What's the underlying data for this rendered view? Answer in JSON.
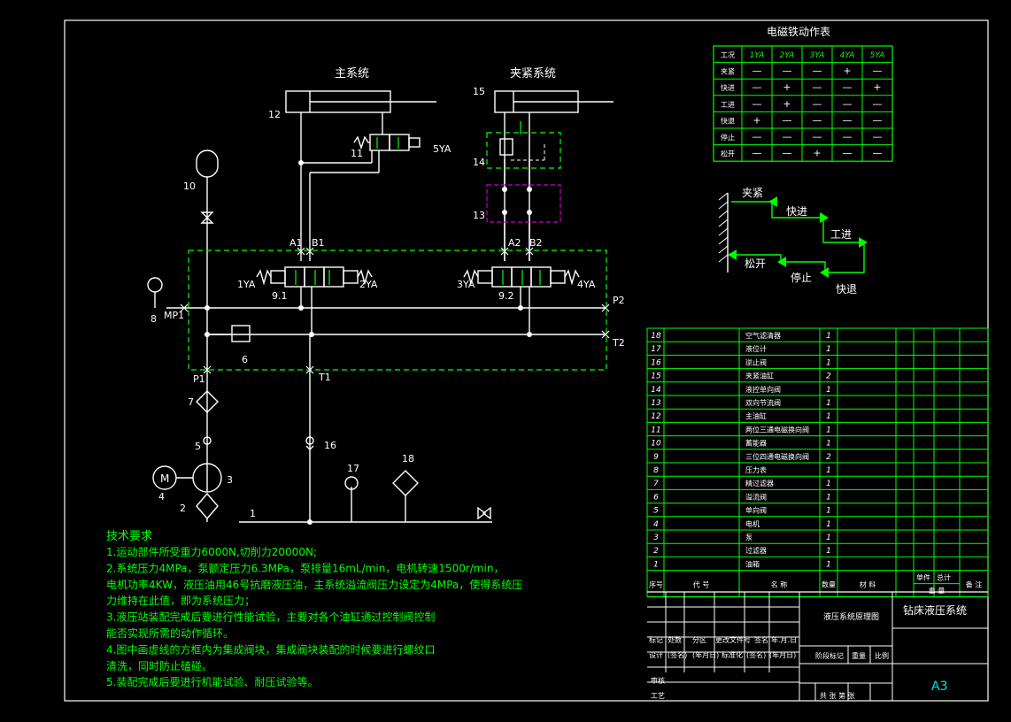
{
  "colors": {
    "background": "#000000",
    "line": "#ffffff",
    "green": "#00ff00",
    "yellow": "#ffff00",
    "red": "#ff3030",
    "magenta": "#cc00cc",
    "cyan": "#00e0e0"
  },
  "circuit": {
    "main_system_label": "主系统",
    "clamp_system_label": "夹紧系统",
    "numbers": {
      "n1": "1",
      "n2": "2",
      "n3": "3",
      "n4": "4",
      "n5": "5",
      "n6": "6",
      "n7": "7",
      "n8": "8",
      "n10": "10",
      "n11": "11",
      "n12": "12",
      "n13": "13",
      "n14": "14",
      "n15": "15",
      "n16": "16",
      "n17": "17",
      "n18": "18",
      "v91": "9.1",
      "v92": "9.2"
    },
    "ports": {
      "A1": "A1",
      "B1": "B1",
      "A2": "A2",
      "B2": "B2",
      "P1": "P1",
      "T1": "T1",
      "P2": "P2",
      "T2": "T2",
      "MP1": "MP1"
    },
    "solenoids": {
      "ya1": "1YA",
      "ya2": "2YA",
      "ya3": "3YA",
      "ya4": "4YA",
      "ya5": "5YA"
    },
    "motor_symbol": "M"
  },
  "solenoid_table": {
    "title": "电磁铁动作表",
    "headers": [
      "工况",
      "1YA",
      "2YA",
      "3YA",
      "4YA",
      "5YA"
    ],
    "rows": [
      [
        "夹紧",
        "—",
        "—",
        "—",
        "+",
        "—"
      ],
      [
        "快进",
        "—",
        "+",
        "—",
        "—",
        "+"
      ],
      [
        "工进",
        "—",
        "+",
        "—",
        "—",
        "—"
      ],
      [
        "快退",
        "+",
        "—",
        "—",
        "—",
        "—"
      ],
      [
        "停止",
        "—",
        "—",
        "—",
        "—",
        "—"
      ],
      [
        "松开",
        "—",
        "—",
        "+",
        "—",
        "—"
      ]
    ]
  },
  "cycle": {
    "clamp": "夹紧",
    "fast_forward": "快进",
    "work_feed": "工进",
    "fast_return": "快退",
    "stop": "停止",
    "release": "松开"
  },
  "tech_requirements": {
    "title": "技术要求",
    "lines": [
      "1.运动部件所受重力6000N,切削力20000N;",
      "2.系统压力4MPa，泵额定压力6.3MPa，泵排量16mL/min，电机转速1500r/min，",
      "电机功率4KW，液压油用46号抗磨液压油，主系统溢流阀压力设定为4MPa，使得系统压",
      "力维持在此值，即为系统压力；",
      "3.液压站装配完成后要进行性能试验，主要对各个油缸通过控制阀控制",
      "能否实现所需的动作循环。",
      "4.图中画虚线的方框内为集成阀块，集成阀块装配的时候要进行螺纹口",
      "清洗，同时防止磕碰。",
      "5.装配完成后要进行机能试验、耐压试验等。"
    ]
  },
  "parts_list": {
    "rows": [
      {
        "no": "18",
        "name": "空气滤清器",
        "qty": "1"
      },
      {
        "no": "17",
        "name": "液位计",
        "qty": "1"
      },
      {
        "no": "16",
        "name": "逆止阀",
        "qty": "1"
      },
      {
        "no": "15",
        "name": "夹紧油缸",
        "qty": "2"
      },
      {
        "no": "14",
        "name": "液控单向阀",
        "qty": "1"
      },
      {
        "no": "13",
        "name": "双向节流阀",
        "qty": "1"
      },
      {
        "no": "12",
        "name": "主油缸",
        "qty": "1"
      },
      {
        "no": "11",
        "name": "两位三通电磁换向阀",
        "qty": "1"
      },
      {
        "no": "10",
        "name": "蓄能器",
        "qty": "1"
      },
      {
        "no": "9",
        "name": "三位四通电磁换向阀",
        "qty": "2"
      },
      {
        "no": "8",
        "name": "压力表",
        "qty": "1"
      },
      {
        "no": "7",
        "name": "精过滤器",
        "qty": "1"
      },
      {
        "no": "6",
        "name": "溢流阀",
        "qty": "1"
      },
      {
        "no": "5",
        "name": "单向阀",
        "qty": "1"
      },
      {
        "no": "4",
        "name": "电机",
        "qty": "1"
      },
      {
        "no": "3",
        "name": "泵",
        "qty": "1"
      },
      {
        "no": "2",
        "name": "过滤器",
        "qty": "1"
      },
      {
        "no": "1",
        "name": "油箱",
        "qty": "1"
      }
    ],
    "header": {
      "no": "序号",
      "code": "代 号",
      "name": "名 称",
      "qty": "数量",
      "material": "材 料",
      "unit": "单件",
      "total": "总计",
      "weight": "重 量",
      "remark": "备 注"
    }
  },
  "title_block": {
    "drawing_name": "液压系统原理图",
    "project": "钻床液压系统",
    "size": "A3",
    "row_labels": {
      "mark": "标记",
      "count": "处数",
      "zone": "分区",
      "change_doc": "更改文件号",
      "sign": "签名",
      "date": "年.月.日",
      "design": "设计",
      "signed": "(签名)",
      "ymd": "(年月日)",
      "standard": "标准化",
      "stage": "阶段标记",
      "weight": "重量",
      "scale": "比例",
      "review": "审核",
      "process": "工艺",
      "sheets": "共 张 第 张"
    }
  }
}
